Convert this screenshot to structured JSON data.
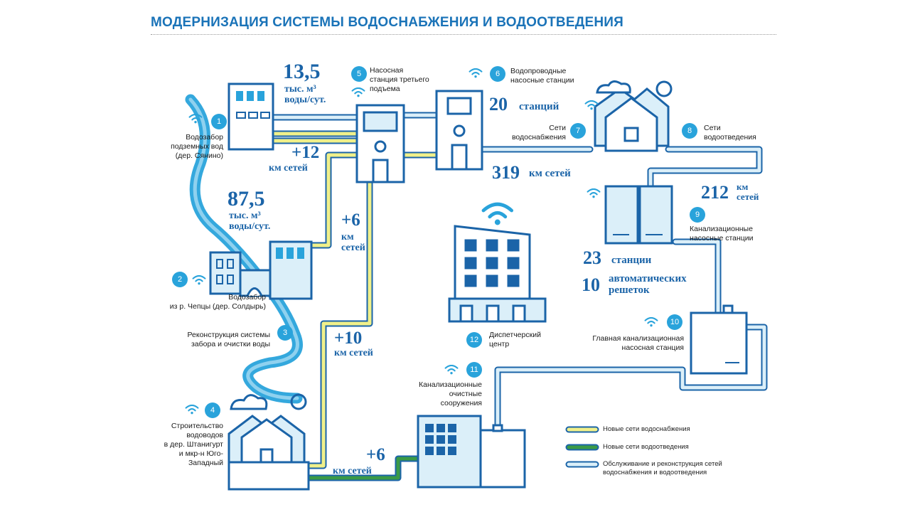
{
  "title": "МОДЕРНИЗАЦИЯ СИСТЕМЫ ВОДОСНАБЖЕНИЯ И ВОДООТВЕДЕНИЯ",
  "colors": {
    "dark_blue": "#1b64a8",
    "light_blue": "#29a3db",
    "pale_blue": "#dbeff9",
    "yellow": "#f0f08a",
    "green": "#3a9a46"
  },
  "nodes": [
    {
      "n": "1",
      "label": "Водозабор\nподземных вод\n(дер. Сянино)"
    },
    {
      "n": "2",
      "label": "Водозабор\nиз р. Чепцы (дер. Солдырь)"
    },
    {
      "n": "3",
      "label": "Реконструкция системы\nзабора и очистки воды"
    },
    {
      "n": "4",
      "label": "Строительство\nводоводов\nв дер. Штанигурт\nи мкр-н Юго-\nЗападный"
    },
    {
      "n": "5",
      "label": "Насосная\nстанция третьего\nподъема"
    },
    {
      "n": "6",
      "label": "Водопроводные\nнасосные станции"
    },
    {
      "n": "7",
      "label": "Сети\nводоснабжения"
    },
    {
      "n": "8",
      "label": "Сети\nводоотведения"
    },
    {
      "n": "9",
      "label": "Канализационные\nнасосные станции"
    },
    {
      "n": "10",
      "label": "Главная канализационная\nнасосная станция"
    },
    {
      "n": "11",
      "label": "Канализационные\nочистные\nсооружения"
    },
    {
      "n": "12",
      "label": "Диспетчерский\nцентр"
    }
  ],
  "stats": {
    "s1": {
      "value": "13,5",
      "unit": "тыс. м³\nводы/сут."
    },
    "s2": {
      "value": "+12",
      "unit": "км сетей"
    },
    "s3": {
      "value": "87,5",
      "unit": "тыс. м³\nводы/сут."
    },
    "s4": {
      "value": "+6",
      "unit": "км\nсетей"
    },
    "s5": {
      "value": "20",
      "unit": "станций"
    },
    "s6": {
      "value": "319",
      "unit": "км сетей"
    },
    "s7": {
      "value": "212",
      "unit": "км\nсетей"
    },
    "s8": {
      "value": "23",
      "unit": "станции"
    },
    "s9": {
      "value": "10",
      "unit": "автоматических\nрешеток"
    },
    "s10": {
      "value": "+10",
      "unit": "км сетей"
    },
    "s11": {
      "value": "+6",
      "unit": "км сетей"
    }
  },
  "legend": [
    {
      "label": "Новые сети водоснабжения",
      "color": "#f0f08a"
    },
    {
      "label": "Новые сети водоотведения",
      "color": "#3a9a46"
    },
    {
      "label": "Обслуживание и реконструкция сетей\nводоснабжения и водоотведения",
      "color": "#dbeff9"
    }
  ]
}
